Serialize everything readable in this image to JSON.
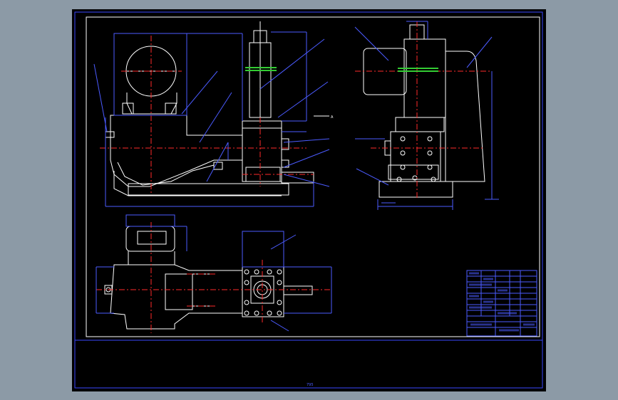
{
  "viewport": {
    "background": "#8c9aa6",
    "sheet_color": "#000000"
  },
  "drawing": {
    "colors": {
      "outline": "#ffffff",
      "centerline": "#ff2a2a",
      "dimension": "#4b5bff",
      "hatch": "#33cc33",
      "border": "#3a48ff"
    },
    "annotations": {
      "section_mark": "A",
      "bottom_dimension": "795"
    },
    "title_block": {
      "rows": 12,
      "label": "title-block"
    }
  }
}
